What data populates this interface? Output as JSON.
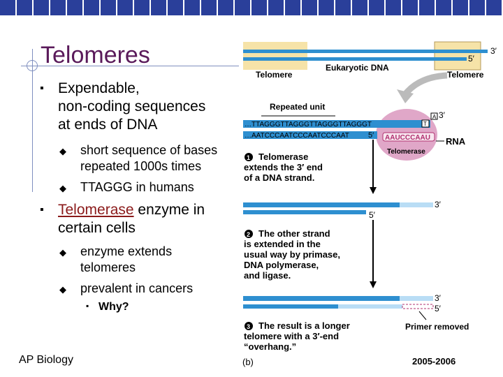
{
  "slide": {
    "title": "Telomeres",
    "bullets": [
      {
        "text": "Expendable, non-coding sequences at ends of DNA",
        "lines": [
          "Expendable,",
          "non-coding sequences",
          "at ends of DNA"
        ],
        "sub": [
          {
            "lines": [
              "short sequence of bases",
              "repeated 1000s times"
            ]
          },
          {
            "lines": [
              "TTAGGG in humans"
            ]
          }
        ]
      },
      {
        "hl": "Telomerase",
        "rest": " enzyme in",
        "line2": "certain cells",
        "sub": [
          {
            "lines": [
              "enzyme extends",
              "telomeres"
            ]
          },
          {
            "lines": [
              "prevalent in cancers"
            ]
          }
        ],
        "subsub": "Why?"
      }
    ],
    "footer_left": "AP Biology",
    "footer_right": "2005-2006"
  },
  "figure": {
    "label_telomere_left": "Telomere",
    "label_eukaryotic": "Eukaryotic DNA",
    "label_telomere_right": "Telomere",
    "label_3prime": "3′",
    "label_5prime": "5′",
    "repeated_unit": "Repeated unit",
    "top_strand_seq": "…TTAGGGTTAGGGTTAGGGTTAGGGT",
    "bottom_strand_seq": "…AATCCCAATCCCAATCCCAAT",
    "rna_seq": "AAUCCCAAU",
    "letter_a": "A",
    "letter_t": "T",
    "telomerase": "Telomerase",
    "rna": "RNA",
    "step1": [
      "Telomerase",
      "extends the 3′ end",
      "of a DNA strand."
    ],
    "step2": [
      "The other strand",
      "is extended in the",
      "usual way by primase,",
      "DNA polymerase,",
      "and ligase."
    ],
    "step3": [
      "The result is a longer",
      "telomere with a 3′-end",
      "“overhang.”"
    ],
    "primer_removed": "Primer removed",
    "panel_label": "(b)",
    "colors": {
      "dna_blue": "#2e8fd0",
      "light_blue": "#b9ddf5",
      "tan": "#f6e3a8",
      "pink": "#e0a7c8",
      "magenta": "#b0306f"
    }
  }
}
